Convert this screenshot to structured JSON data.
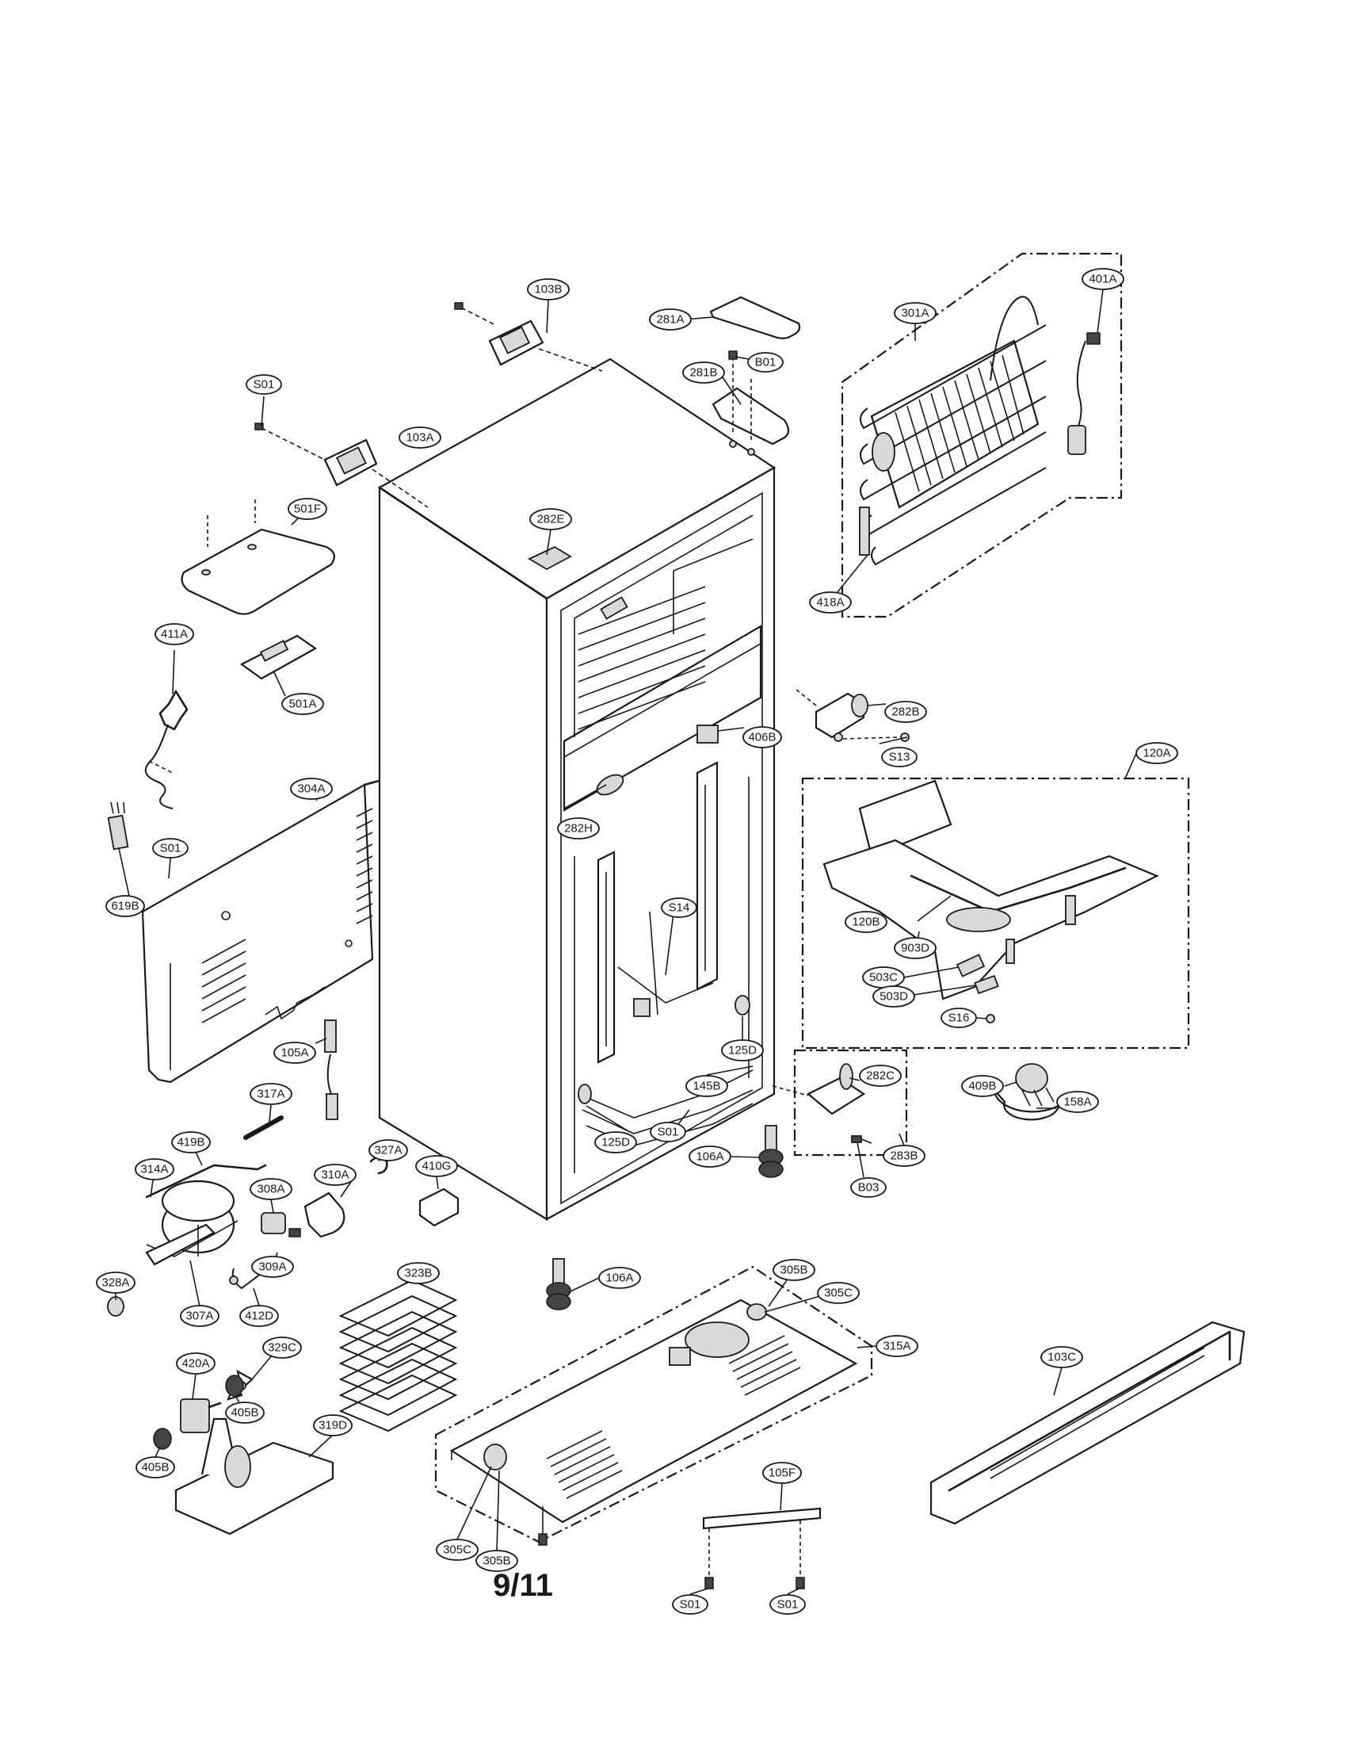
{
  "page": {
    "number": "9/11"
  },
  "callouts": [
    {
      "id": "103B",
      "label": "103B"
    },
    {
      "id": "281A",
      "label": "281A"
    },
    {
      "id": "301A",
      "label": "301A"
    },
    {
      "id": "401A",
      "label": "401A"
    },
    {
      "id": "B01",
      "label": "B01"
    },
    {
      "id": "281B",
      "label": "281B"
    },
    {
      "id": "S01-top",
      "label": "S01"
    },
    {
      "id": "103A",
      "label": "103A"
    },
    {
      "id": "501F",
      "label": "501F"
    },
    {
      "id": "282E",
      "label": "282E"
    },
    {
      "id": "418A",
      "label": "418A"
    },
    {
      "id": "411A",
      "label": "411A"
    },
    {
      "id": "501A",
      "label": "501A"
    },
    {
      "id": "282B",
      "label": "282B"
    },
    {
      "id": "S13",
      "label": "S13"
    },
    {
      "id": "406B",
      "label": "406B"
    },
    {
      "id": "120A",
      "label": "120A"
    },
    {
      "id": "304A",
      "label": "304A"
    },
    {
      "id": "282H",
      "label": "282H"
    },
    {
      "id": "S01-left",
      "label": "S01"
    },
    {
      "id": "619B",
      "label": "619B"
    },
    {
      "id": "S14",
      "label": "S14"
    },
    {
      "id": "120B",
      "label": "120B"
    },
    {
      "id": "903D",
      "label": "903D"
    },
    {
      "id": "503C",
      "label": "503C"
    },
    {
      "id": "503D",
      "label": "503D"
    },
    {
      "id": "S16",
      "label": "S16"
    },
    {
      "id": "125D-right",
      "label": "125D"
    },
    {
      "id": "105A",
      "label": "105A"
    },
    {
      "id": "282C",
      "label": "282C"
    },
    {
      "id": "409B",
      "label": "409B"
    },
    {
      "id": "158A",
      "label": "158A"
    },
    {
      "id": "145B",
      "label": "145B"
    },
    {
      "id": "317A",
      "label": "317A"
    },
    {
      "id": "125D-left",
      "label": "125D"
    },
    {
      "id": "S01-mid",
      "label": "S01"
    },
    {
      "id": "283B",
      "label": "283B"
    },
    {
      "id": "106A-right",
      "label": "106A"
    },
    {
      "id": "327A",
      "label": "327A"
    },
    {
      "id": "410G",
      "label": "410G"
    },
    {
      "id": "419B",
      "label": "419B"
    },
    {
      "id": "314A",
      "label": "314A"
    },
    {
      "id": "310A",
      "label": "310A"
    },
    {
      "id": "308A",
      "label": "308A"
    },
    {
      "id": "B03",
      "label": "B03"
    },
    {
      "id": "309A",
      "label": "309A"
    },
    {
      "id": "323B",
      "label": "323B"
    },
    {
      "id": "305B-top",
      "label": "305B"
    },
    {
      "id": "106A-bottom",
      "label": "106A"
    },
    {
      "id": "305C-top",
      "label": "305C"
    },
    {
      "id": "328A",
      "label": "328A"
    },
    {
      "id": "307A",
      "label": "307A"
    },
    {
      "id": "412D",
      "label": "412D"
    },
    {
      "id": "315A",
      "label": "315A"
    },
    {
      "id": "103C",
      "label": "103C"
    },
    {
      "id": "329C",
      "label": "329C"
    },
    {
      "id": "420A",
      "label": "420A"
    },
    {
      "id": "405B-right",
      "label": "405B"
    },
    {
      "id": "319D",
      "label": "319D"
    },
    {
      "id": "405B-left",
      "label": "405B"
    },
    {
      "id": "105F",
      "label": "105F"
    },
    {
      "id": "305C-bottom",
      "label": "305C"
    },
    {
      "id": "305B-bottom",
      "label": "305B"
    },
    {
      "id": "S01-bottom-left",
      "label": "S01"
    },
    {
      "id": "S01-bottom-right",
      "label": "S01"
    }
  ]
}
